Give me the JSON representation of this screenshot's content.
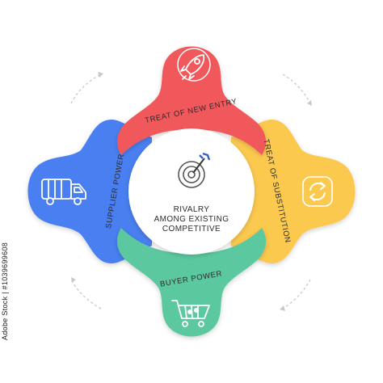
{
  "segments": {
    "top": {
      "label": "TREAT OF NEW ENTRY",
      "icon": "rocket-icon",
      "color": "#f1595b"
    },
    "right": {
      "label": "TREAT OF SUBSTITUTION",
      "icon": "refresh-icon",
      "color": "#fcc94f"
    },
    "bottom": {
      "label": "BUYER POWER",
      "icon": "shopping-cart-icon",
      "color": "#5bc8a0"
    },
    "left": {
      "label": "SUPPLIER POWER",
      "icon": "truck-icon",
      "color": "#4a7ff0"
    }
  },
  "center": {
    "line1": "RIVALRY",
    "line2": "AMONG EXISTING",
    "line3": "COMPETITIVE",
    "icon": "target-icon"
  },
  "image_id": "Adobe Stock | #1039699608"
}
